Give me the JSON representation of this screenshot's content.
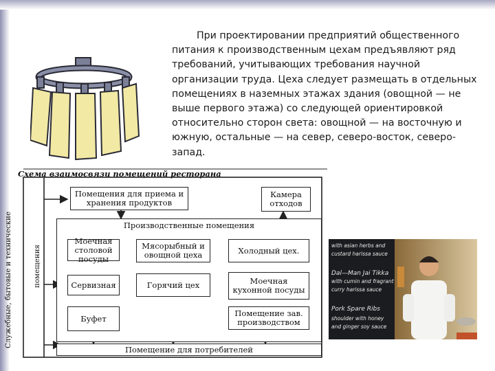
{
  "paragraph": "При проектировании предприятий общественного питания к производственным цехам предъявляют ряд требований, учитывающих требования научной организации труда. Цеха следует размещать в отдельных помещениях в наземных этажах здания (овощной — не выше первого этажа) со следующей ориентировкой относительно сторон света: овощной — на восточную и южную, остальные — на север, северо-восток, северо-запад.",
  "scheme": {
    "title": "Схема взаимосвязи помещений ресторана",
    "side_label_line1": "Служебные, бытовые и технические",
    "side_label_line2": "помещения",
    "storage": "Помещения для приема и хранения продуктов",
    "waste": "Камера отходов",
    "production": "Производственные помещения",
    "dishwash_table": "Моечная столовой посуды",
    "meat_veg": "Мясорыбный и овощной цеха",
    "cold": "Холодный цех.",
    "serving": "Сервизная",
    "hot": "Горячий цех",
    "dishwash_kitchen": "Моечная кухонной посуды",
    "buffet": "Буфет",
    "manager": "Помещение зав. производством",
    "consumers": "Помещение для потребителей"
  },
  "photo": {
    "board_lines": [
      "with asian herbs and",
      "custard harissa sauce",
      "Dal—Man Jai Tikka",
      "with cumin and fragrant",
      "curry harissa sauce",
      "Pork Spare Ribs",
      "shoulder with honey",
      "and ginger soy sauce"
    ]
  },
  "colors": {
    "frame": "#9a9ab8",
    "clipart_yellow": "#f1e9a4",
    "clipart_ring": "#8a8fa8"
  }
}
